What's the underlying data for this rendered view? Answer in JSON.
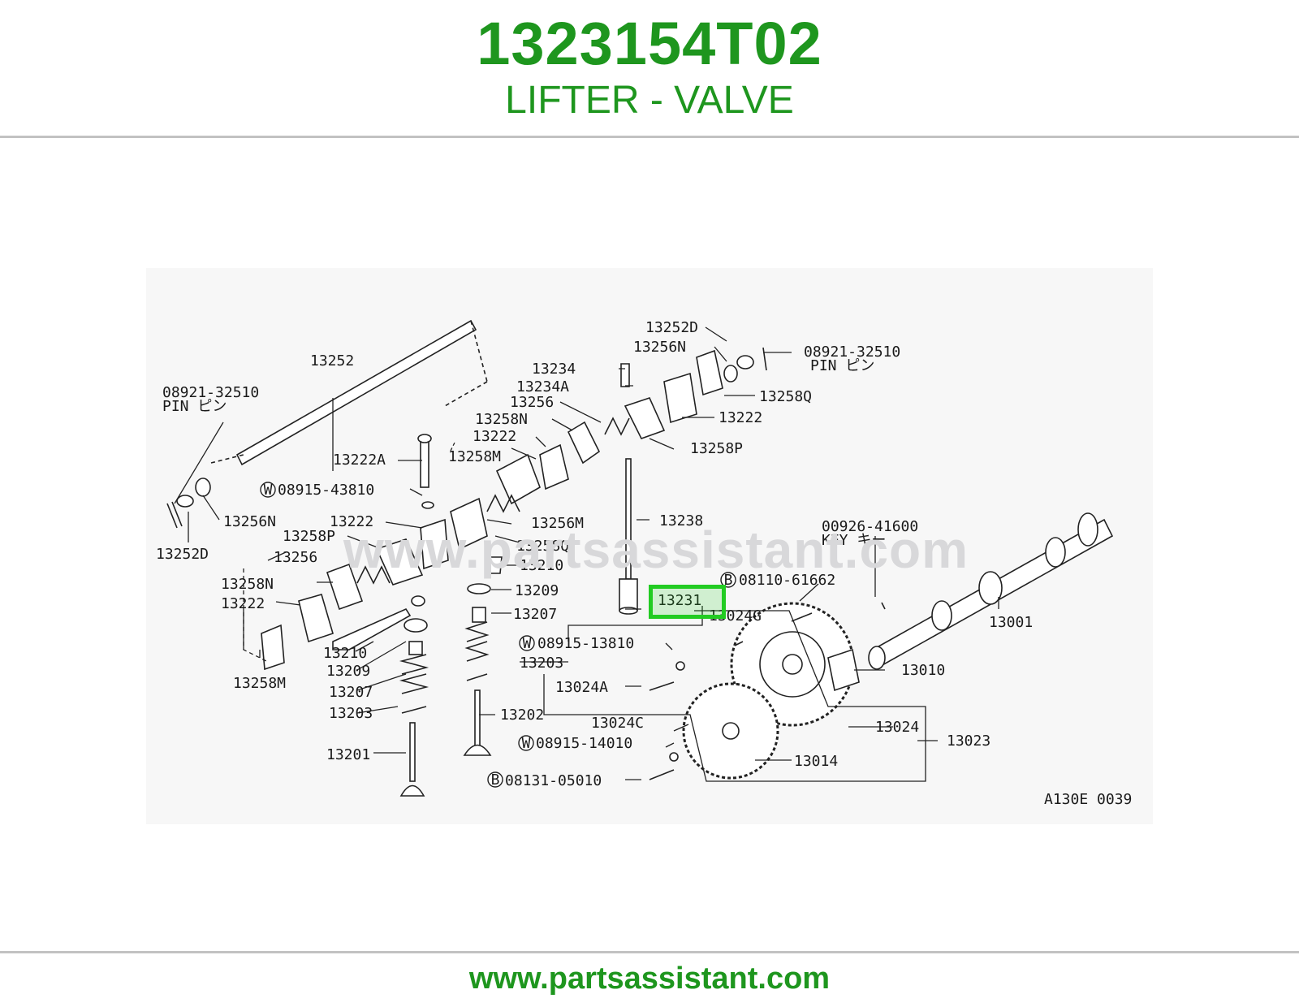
{
  "header": {
    "part_number": "1323154T02",
    "part_name": "LIFTER - VALVE"
  },
  "colors": {
    "brand_green": "#1e961e",
    "highlight_green": "#22cc22",
    "rule_gray": "#c2c2c2"
  },
  "diagram": {
    "watermark": "www.partsassistant.com",
    "code": "A130E 0039",
    "highlighted_part": "13231",
    "callouts": {
      "c13252D_top": "13252D",
      "c13256N_top": "13256N",
      "c08921_top": "08921-32510",
      "c08921_top_pin": "PIN ピン",
      "c13234": "13234",
      "c13234A": "13234A",
      "c13258Q_top": "13258Q",
      "c13256_top": "13256",
      "c13222_top": "13222",
      "c13258N_top": "13258N",
      "c13222_mid": "13222",
      "c13258P_top": "13258P",
      "c13252": "13252",
      "c08921_left": "08921-32510",
      "c08921_left_pin": "PIN ピン",
      "c13222A": "13222A",
      "c13258M_top": "13258M",
      "c08915_43810": "08915-43810",
      "c13256N_left": "13256N",
      "c13222_left": "13222",
      "c13256M": "13256M",
      "c13238": "13238",
      "c00926": "00926-41600",
      "c00926_key": "KEY キー",
      "c13258P_left": "13258P",
      "c13258Q_left": "13258Q",
      "c13252D_left": "13252D",
      "c13256_left": "13256",
      "c13210_right": "13210",
      "c13258N_left": "13258N",
      "c08110": "08110-61662",
      "c13209_right": "13209",
      "c13231": "13231",
      "c13222_bottom": "13222",
      "c13207_right": "13207",
      "c13024G": "13024G",
      "c13001": "13001",
      "c08915_13810": "08915-13810",
      "c13203_right": "13203",
      "c13210_left": "13210",
      "c13010": "13010",
      "c13209_left": "13209",
      "c13258M_left": "13258M",
      "c13024A": "13024A",
      "c13207_left": "13207",
      "c13202": "13202",
      "c13203_left": "13203",
      "c13024C": "13024C",
      "c13024": "13024",
      "c13023": "13023",
      "c08915_14010": "08915-14010",
      "c13201": "13201",
      "c13014": "13014",
      "c08131": "08131-05010"
    },
    "markers": {
      "W": "W",
      "B": "B"
    }
  },
  "footer": {
    "url": "www.partsassistant.com"
  }
}
